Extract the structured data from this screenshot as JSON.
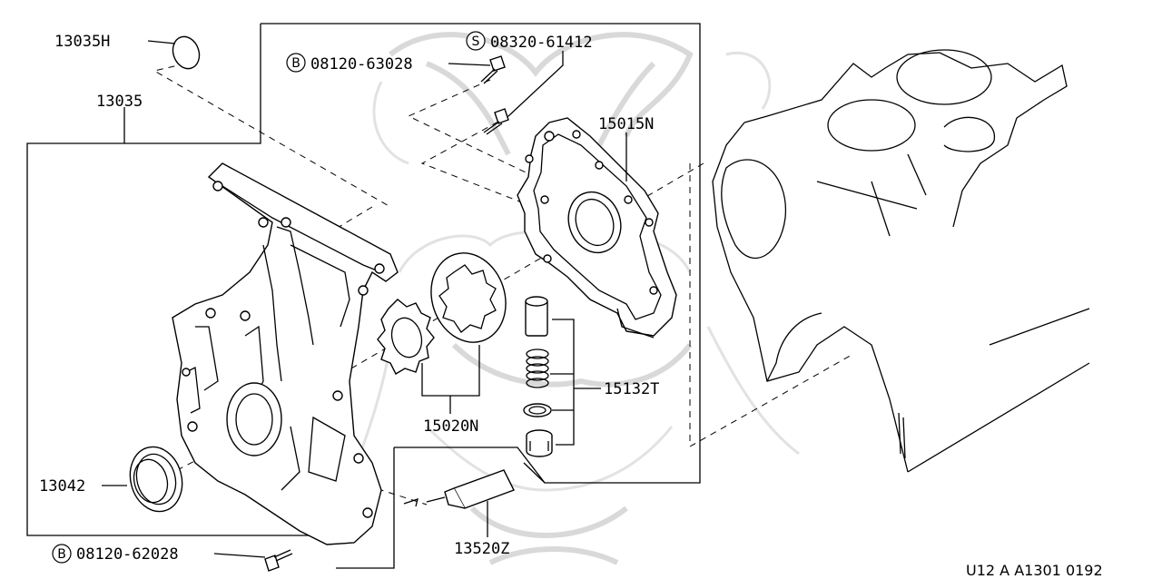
{
  "labels": {
    "p13035H": "13035H",
    "p13035": "13035",
    "bolt_top_prefix": "B",
    "bolt_top": "08120-63028",
    "screw_prefix": "S",
    "screw": "08320-61412",
    "p15015N": "15015N",
    "p15020N": "15020N",
    "p15132T": "15132T",
    "p13042": "13042",
    "p13520Z": "13520Z",
    "bolt_bottom_prefix": "B",
    "bolt_bottom": "08120-62028",
    "diagram_code": "U12 A A1301 0192"
  }
}
